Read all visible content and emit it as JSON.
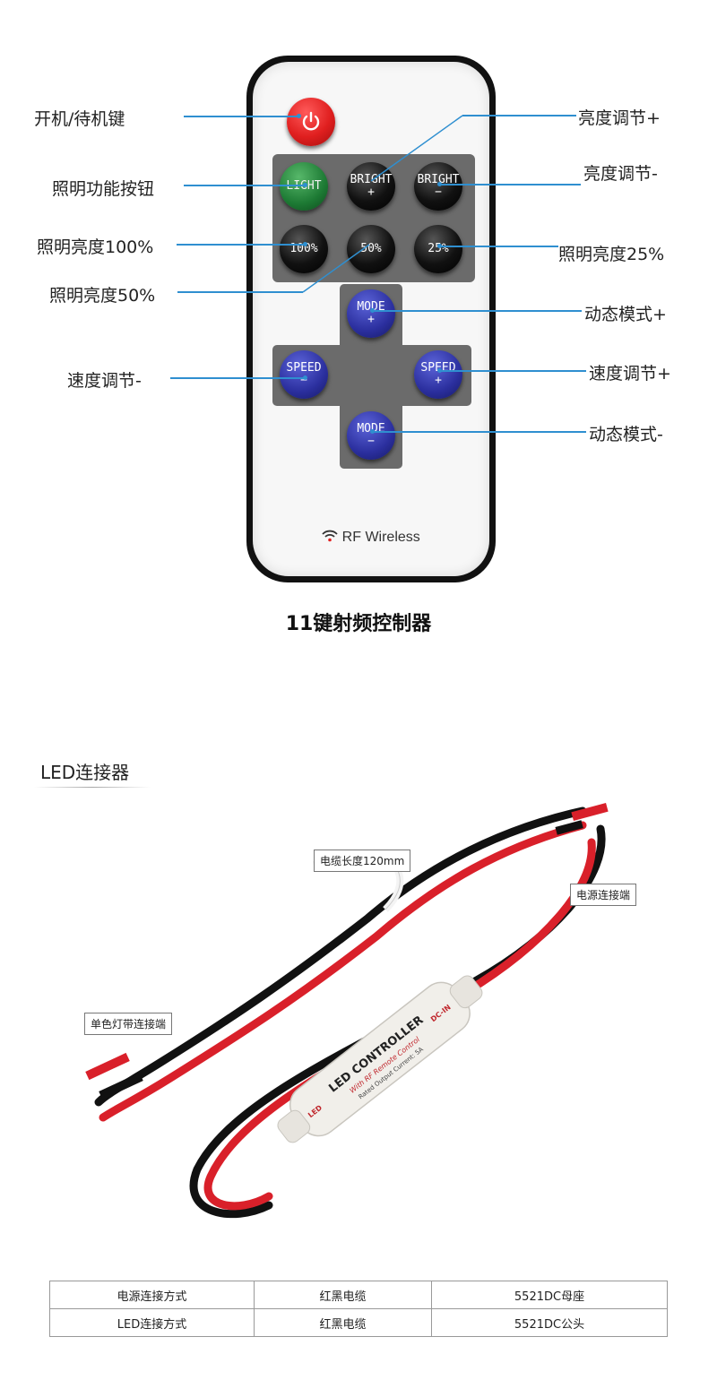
{
  "remote": {
    "power_icon": "power-icon",
    "buttons": {
      "light": "LIGHT",
      "bright_plus": [
        "BRIGHT",
        "+"
      ],
      "bright_minus": [
        "BRIGHT",
        "−"
      ],
      "b100": "100%",
      "b50": "50%",
      "b25": "25%",
      "mode_plus": [
        "MODE",
        "+"
      ],
      "mode_minus": [
        "MODE",
        "−"
      ],
      "speed_minus": [
        "SPEED",
        "−"
      ],
      "speed_plus": [
        "SPEED",
        "+"
      ]
    },
    "rf_label": "RF Wireless",
    "rf_icon": "wifi-icon"
  },
  "labels": {
    "power": "开机/待机键",
    "light": "照明功能按钮",
    "b100": "照明亮度100%",
    "b50": "照明亮度50%",
    "speed_minus": "速度调节-",
    "bright_plus": "亮度调节+",
    "bright_minus": "亮度调节-",
    "b25": "照明亮度25%",
    "mode_plus": "动态模式+",
    "speed_plus": "速度调节+",
    "mode_minus": "动态模式-"
  },
  "caption": "11键射频控制器",
  "connector": {
    "title": "LED连接器",
    "cable_length": "电缆长度120mm",
    "power_end": "电源连接端",
    "strip_end": "单色灯带连接端",
    "controller_text": [
      "LED CONTROLLER",
      "With RF Remote Control",
      "Rated Output Current: 5A",
      "LED",
      "DC-IN"
    ],
    "colors": {
      "red_wire": "#d9202a",
      "black_wire": "#111111",
      "housing": "#f1efea"
    }
  },
  "table": {
    "rows": [
      [
        "电源连接方式",
        "红黑电缆",
        "5521DC母座"
      ],
      [
        "LED连接方式",
        "红黑电缆",
        "5521DC公头"
      ]
    ]
  },
  "colors": {
    "accent_line": "#2f8fd0",
    "panel": "#6b6b6b"
  }
}
